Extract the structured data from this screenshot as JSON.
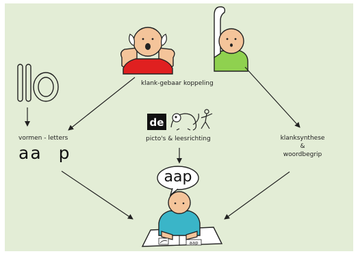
{
  "labels": {
    "sound_gesture": "klank-gebaar koppeling",
    "forms_letters": "vormen - letters",
    "letters_example": "aa p",
    "pictos_reading": "picto's & leesrichting",
    "synthesis_line1": "klanksynthese",
    "synthesis_line2": "&",
    "synthesis_line3": "woordbegrip",
    "speech_word": "aap",
    "picto_de": "de",
    "sheet_word": "aap"
  },
  "colors": {
    "panel_background": "#e3edd6",
    "arrow": "#222222",
    "skin": "#f4c49a",
    "red_shirt": "#e02020",
    "green_shirt": "#8fd14f",
    "blue_shirt": "#3ab5c8"
  },
  "icons": [
    "letter-shapes-icon",
    "ears-gesture-person-icon",
    "raised-arm-person-icon",
    "de-picto-icon",
    "monkey-picto-icon",
    "stick-figure-picto-icon",
    "reading-child-icon",
    "speech-bubble-icon"
  ]
}
